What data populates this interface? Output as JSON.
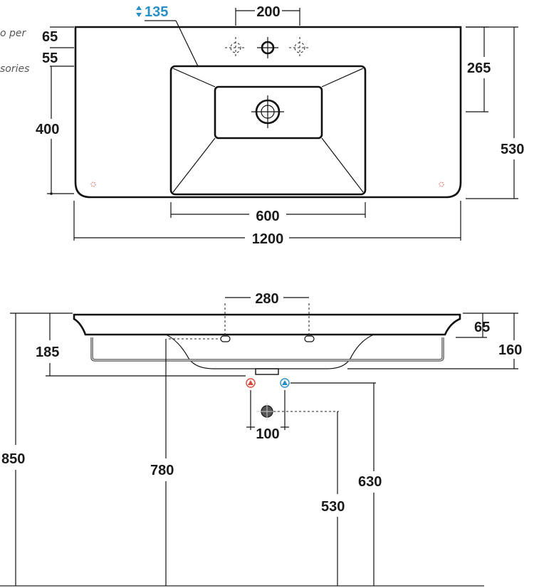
{
  "top_view": {
    "notes": [
      "o per",
      "sories"
    ],
    "dims": {
      "depth_indicator": "135",
      "tap_spacing": "200",
      "edge_to_taps": "65",
      "taps_to_basin": "55",
      "basin_depth": "400",
      "basin_width": "600",
      "overall_width": "1200",
      "half_depth": "265",
      "overall_depth": "530"
    }
  },
  "side_view": {
    "dims": {
      "bracket_spacing": "280",
      "rim_thickness": "65",
      "basin_height": "185",
      "front_height": "160",
      "waste_offset": "100",
      "floor_to_rim": "850",
      "floor_to_bracket": "780",
      "floor_to_supply": "630",
      "floor_to_waste": "530"
    }
  },
  "colors": {
    "line": "#111111",
    "accent_blue": "#2a8fc4",
    "hot_marker": "#d94b3f",
    "cold_marker": "#2a8fc4"
  }
}
